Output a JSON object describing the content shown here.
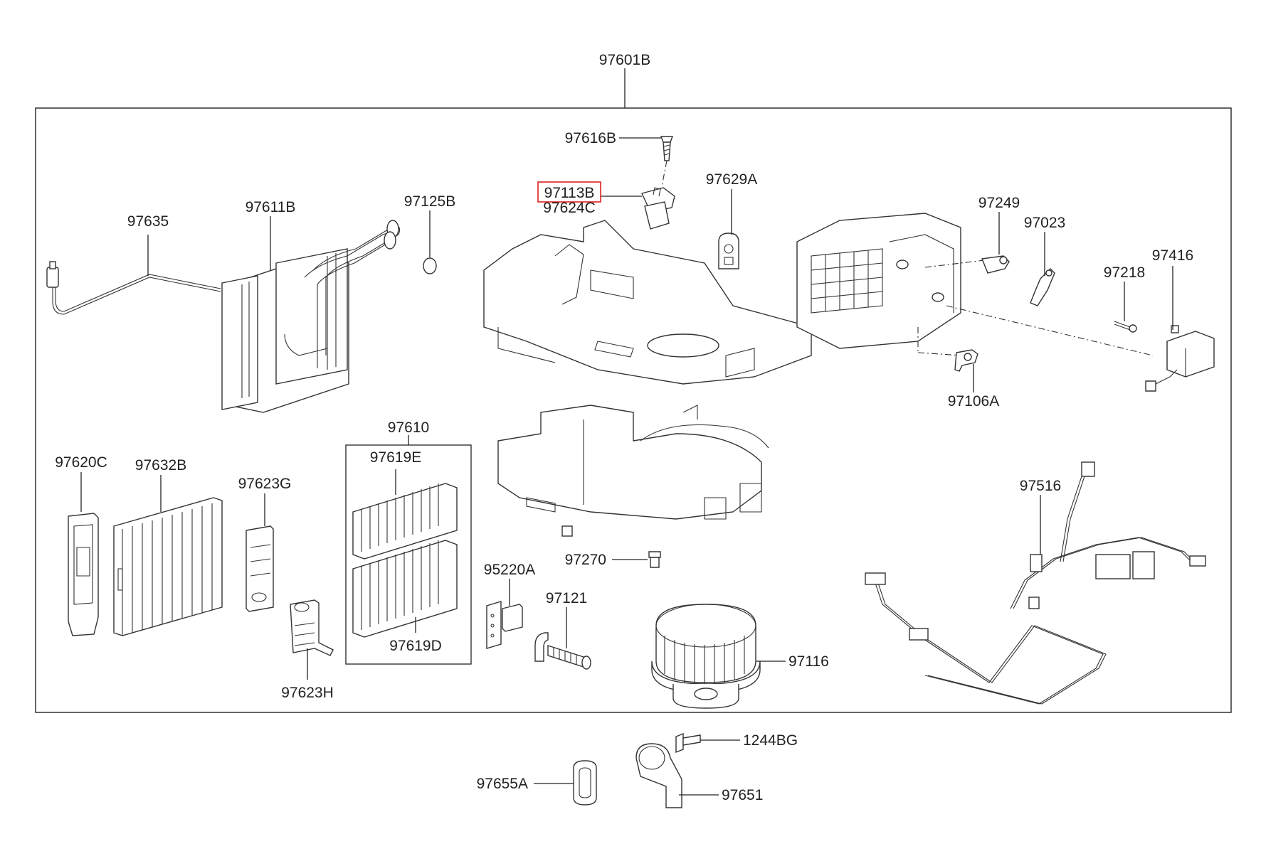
{
  "diagram": {
    "assembly_label": "97601B",
    "highlight_color": "#e02020",
    "parts": {
      "p97616B": "97616B",
      "p97113B": "97113B",
      "p97624C": "97624C",
      "p97629A": "97629A",
      "p97635": "97635",
      "p97611B": "97611B",
      "p97125B": "97125B",
      "p97249": "97249",
      "p97023": "97023",
      "p97218": "97218",
      "p97416": "97416",
      "p97106A": "97106A",
      "p97610": "97610",
      "p97619E": "97619E",
      "p97619D": "97619D",
      "p97620C": "97620C",
      "p97632B": "97632B",
      "p97623G": "97623G",
      "p97623H": "97623H",
      "p97270": "97270",
      "p95220A": "95220A",
      "p97121": "97121",
      "p97116": "97116",
      "p97516": "97516",
      "p1244BG": "1244BG",
      "p97655A": "97655A",
      "p97651": "97651"
    }
  }
}
